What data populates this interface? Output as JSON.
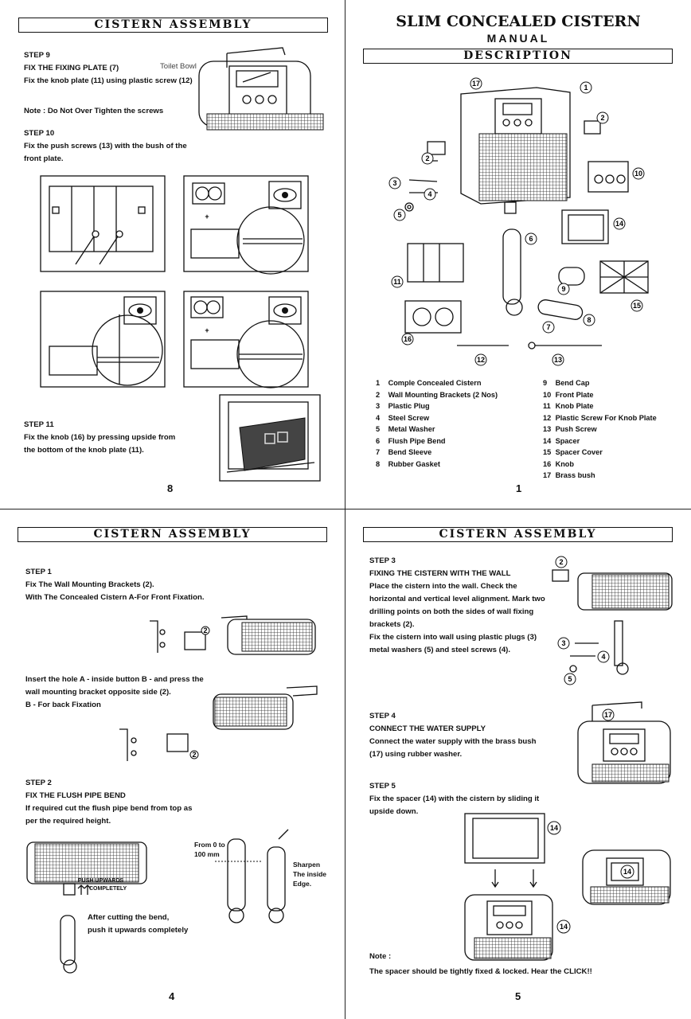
{
  "page8": {
    "header": "CISTERN ASSEMBLY",
    "step9": {
      "label": "STEP 9",
      "title": "FIX THE FIXING PLATE (7)",
      "text": "Fix the knob plate (11) using plastic screw (12)",
      "callout": "Toilet Bowl"
    },
    "note": "Note : Do Not Over Tighten the screws",
    "step10": {
      "label": "STEP 10",
      "line1": "Fix the push screws (13) with the bush of the",
      "line2": "front plate."
    },
    "step11": {
      "label": "STEP 11",
      "line1": "Fix the knob (16) by pressing upside from",
      "line2": "the bottom of the knob plate (11)."
    },
    "page_number": "8"
  },
  "page1": {
    "title": "SLIM CONCEALED CISTERN",
    "subtitle": "MANUAL",
    "header": "DESCRIPTION",
    "parts_left": [
      {
        "n": "1",
        "name": "Comple Concealed Cistern"
      },
      {
        "n": "2",
        "name": "Wall Mounting Brackets (2 Nos)"
      },
      {
        "n": "3",
        "name": "Plastic Plug"
      },
      {
        "n": "4",
        "name": "Steel Screw"
      },
      {
        "n": "5",
        "name": "Metal Washer"
      },
      {
        "n": "6",
        "name": "Flush Pipe Bend"
      },
      {
        "n": "7",
        "name": "Bend Sleeve"
      },
      {
        "n": "8",
        "name": "Rubber Gasket"
      }
    ],
    "parts_right": [
      {
        "n": "9",
        "name": "Bend Cap"
      },
      {
        "n": "10",
        "name": "Front Plate"
      },
      {
        "n": "11",
        "name": "Knob Plate"
      },
      {
        "n": "12",
        "name": "Plastic Screw For Knob Plate"
      },
      {
        "n": "13",
        "name": "Push Screw"
      },
      {
        "n": "14",
        "name": "Spacer"
      },
      {
        "n": "15",
        "name": "Spacer Cover"
      },
      {
        "n": "16",
        "name": "Knob"
      },
      {
        "n": "17",
        "name": "Brass bush"
      }
    ],
    "callouts": [
      "1",
      "2",
      "3",
      "4",
      "5",
      "6",
      "7",
      "8",
      "9",
      "10",
      "11",
      "12",
      "13",
      "14",
      "15",
      "16",
      "17"
    ],
    "page_number": "1"
  },
  "page4": {
    "header": "CISTERN ASSEMBLY",
    "step1": {
      "label": "STEP 1",
      "line1": "Fix The Wall Mounting Brackets (2).",
      "line2": "With The Concealed Cistern A-For Front Fixation."
    },
    "insert": {
      "line1": "Insert the hole A - inside button B - and press the",
      "line2": "wall mounting bracket opposite side (2).",
      "line3": "B - For back Fixation"
    },
    "step2": {
      "label": "STEP 2",
      "title": "FIX THE FLUSH PIPE BEND",
      "line1": "If required cut the flush pipe bend from top as",
      "line2": "per the required height."
    },
    "push_label1": "PUSH UPWARDS",
    "push_label2": "COMPLETELY",
    "range1": "From 0 to",
    "range2": "100 mm",
    "sharpen1": "Sharpen",
    "sharpen2": "The inside",
    "sharpen3": "Edge.",
    "after1": "After cutting the bend,",
    "after2": "push it upwards completely",
    "page_number": "4"
  },
  "page5": {
    "header": "CISTERN ASSEMBLY",
    "step3": {
      "label": "STEP 3",
      "title": "FIXING THE CISTERN WITH THE WALL",
      "lines": [
        "Place the cistern into the wall. Check the",
        "horizontal and vertical level alignment. Mark two",
        "drilling points on both the sides of wall fixing",
        "brackets (2).",
        "Fix the cistern into wall using plastic plugs (3)",
        "metal washers (5) and steel screws (4)."
      ]
    },
    "step4": {
      "label": "STEP 4",
      "title": "CONNECT THE WATER SUPPLY",
      "line1": "Connect the water supply with the brass bush",
      "line2": "(17) using rubber washer."
    },
    "step5": {
      "label": "STEP 5",
      "line1": "Fix the spacer (14) with the cistern by sliding it",
      "line2": "upside down."
    },
    "note_label": "Note :",
    "note": "The spacer should be tightly fixed & locked. Hear the CLICK!!",
    "page_number": "5"
  }
}
